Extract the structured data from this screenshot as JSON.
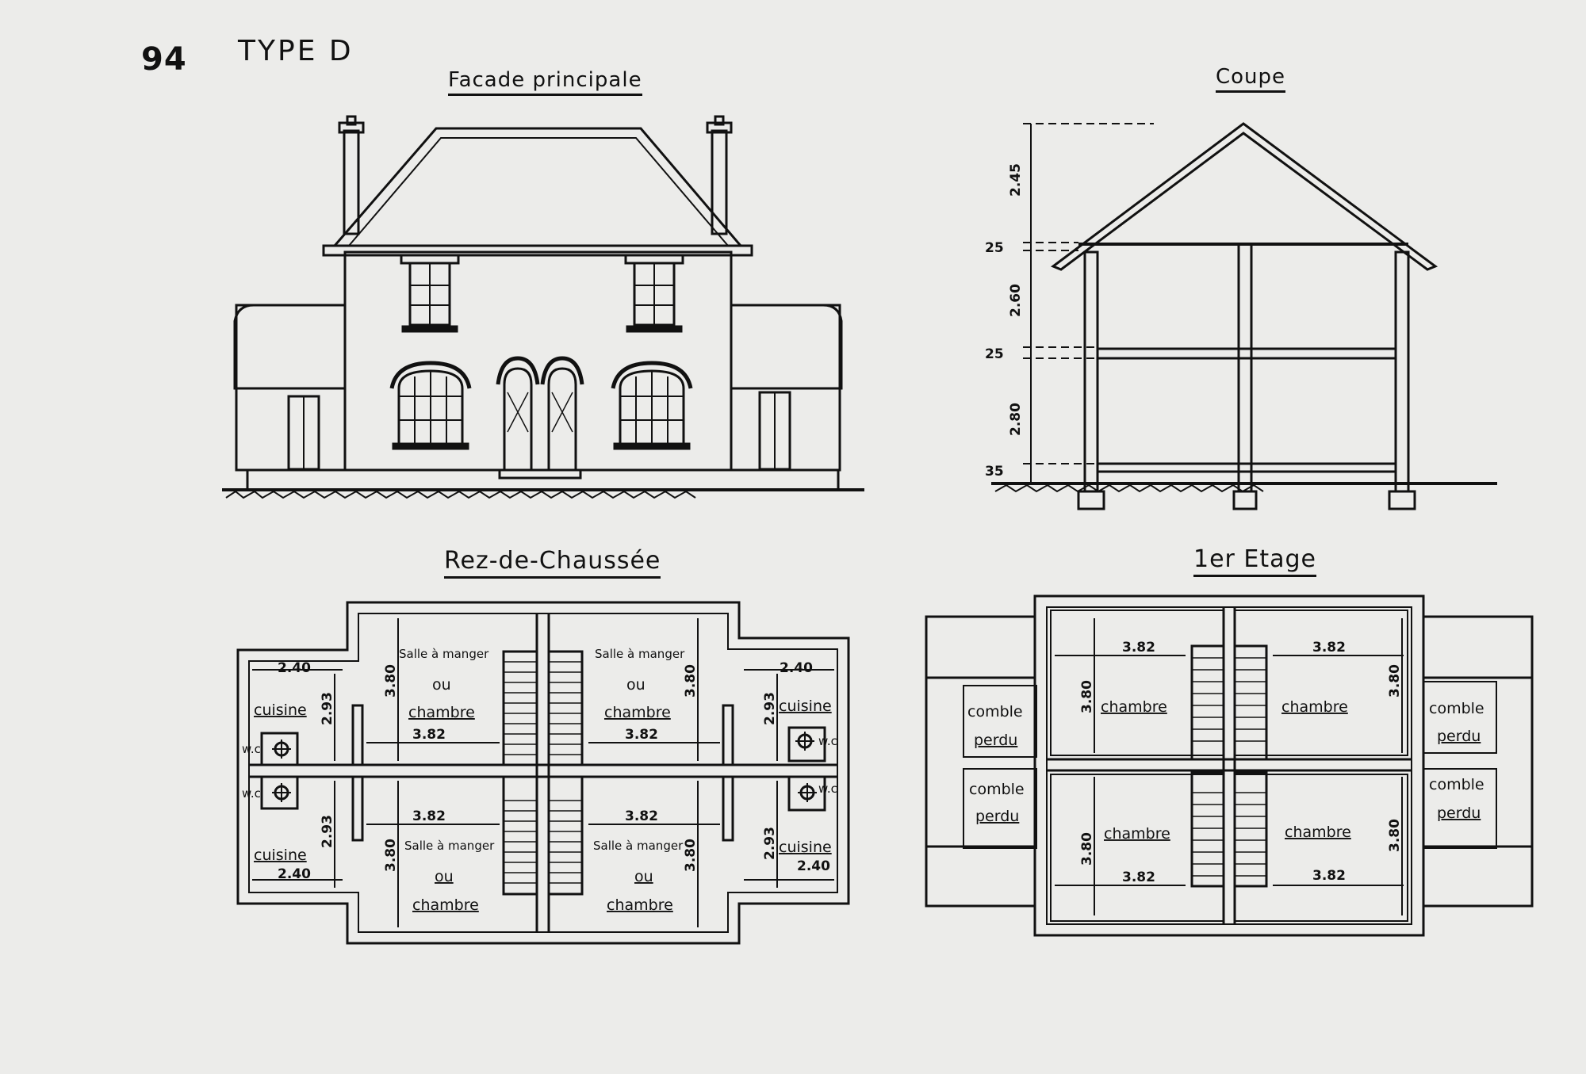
{
  "header": {
    "page_number": "94",
    "type_label": "TYPE D"
  },
  "titles": {
    "facade": "Facade principale",
    "coupe": "Coupe",
    "rez": "Rez-de-Chaussée",
    "etage": "1er Etage"
  },
  "coupe_dims": {
    "d1": "2.45",
    "d2": "25",
    "d3": "2.60",
    "d4": "25",
    "d5": "2.80",
    "d6": "35"
  },
  "rez": {
    "room_top_left_1": "Salle à manger",
    "room_top_left_2": "ou",
    "room_top_left_3": "chambre",
    "room_top_left_w": "3.82",
    "room_top_left_h": "3.80",
    "room_top_right_1": "Salle à manger",
    "room_top_right_2": "ou",
    "room_top_right_3": "chambre",
    "room_top_right_w": "3.82",
    "room_top_right_h": "3.80",
    "room_bot_left_1": "Salle à manger",
    "room_bot_left_2": "ou",
    "room_bot_left_3": "chambre",
    "room_bot_left_w": "3.82",
    "room_bot_left_h": "3.80",
    "room_bot_right_1": "Salle à manger",
    "room_bot_right_2": "ou",
    "room_bot_right_3": "chambre",
    "room_bot_right_w": "3.82",
    "room_bot_right_h": "3.80",
    "cuisine": "cuisine",
    "wc": "w.c",
    "k_w": "2.40",
    "k_h": "2.93"
  },
  "etage": {
    "chambre": "chambre",
    "w": "3.82",
    "h": "3.80",
    "comble": "comble",
    "perdu": "perdu"
  }
}
